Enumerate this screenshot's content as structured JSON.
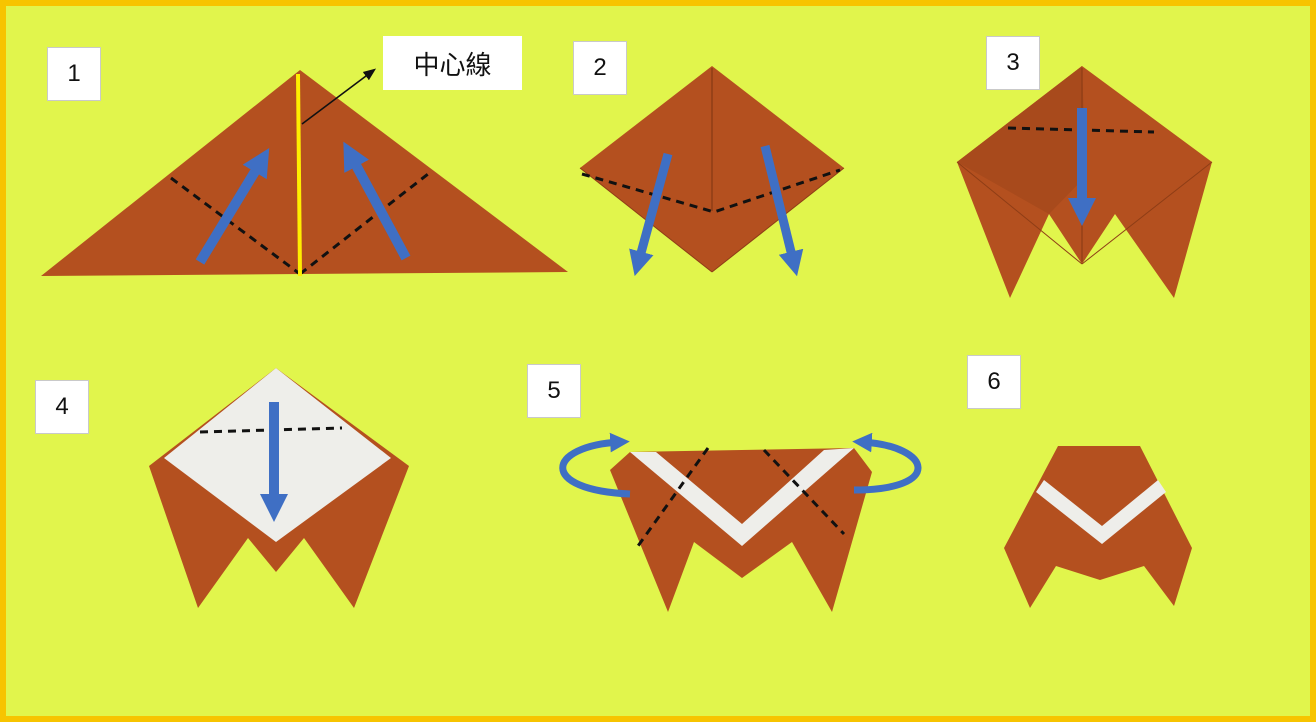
{
  "steps": [
    {
      "number": "1"
    },
    {
      "number": "2"
    },
    {
      "number": "3"
    },
    {
      "number": "4"
    },
    {
      "number": "5"
    },
    {
      "number": "6"
    }
  ],
  "callout": {
    "label": "中心線"
  },
  "colors": {
    "background": "#e1f54c",
    "frame": "#f7c400",
    "paper": "#b4501f",
    "paper_reverse": "#eeeeea",
    "arrow": "#3f6fc4",
    "center_line": "#ffee00",
    "fold_line": "#111111"
  },
  "icons": [
    "fold-arrow-icon",
    "rotate-arrow-icon",
    "pointer-arrow-icon"
  ]
}
